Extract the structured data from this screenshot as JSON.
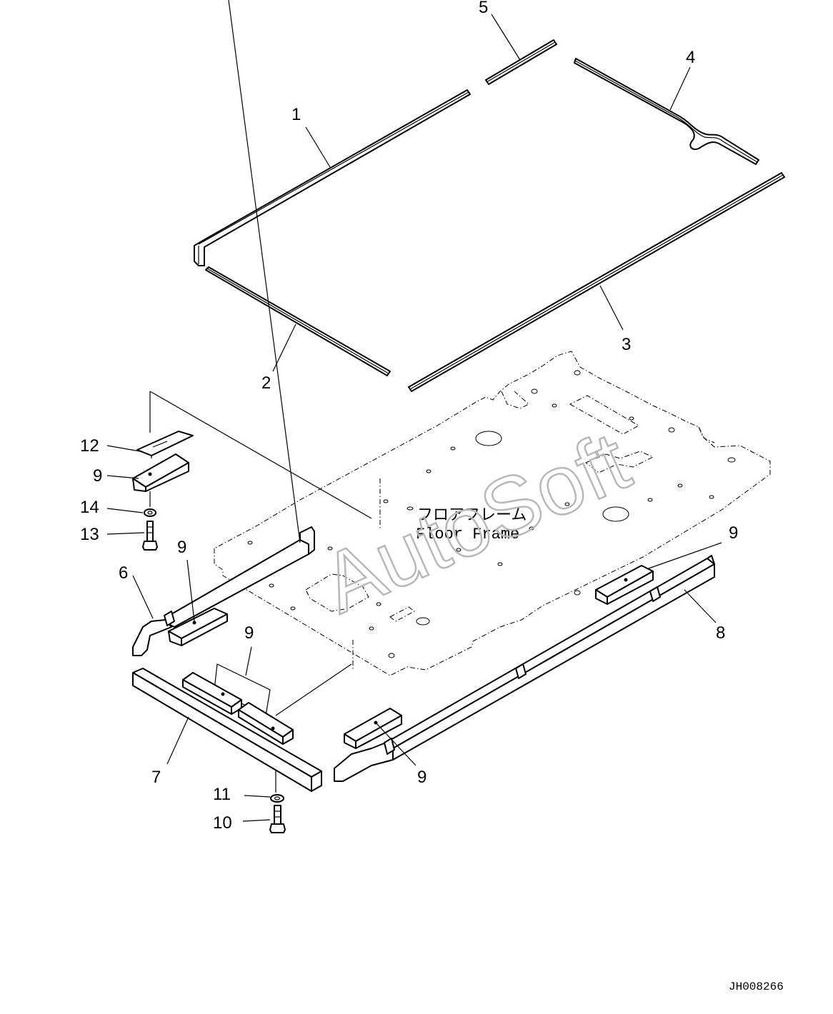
{
  "diagram": {
    "callouts": [
      "1",
      "2",
      "3",
      "4",
      "5",
      "6",
      "7",
      "8",
      "9",
      "10",
      "11",
      "12",
      "13",
      "14"
    ],
    "floor_frame_label_jp": "フロアフレーム",
    "floor_frame_label_en": "Floor Frame",
    "watermark": "AutoSoft",
    "drawing_number": "JH008266"
  }
}
